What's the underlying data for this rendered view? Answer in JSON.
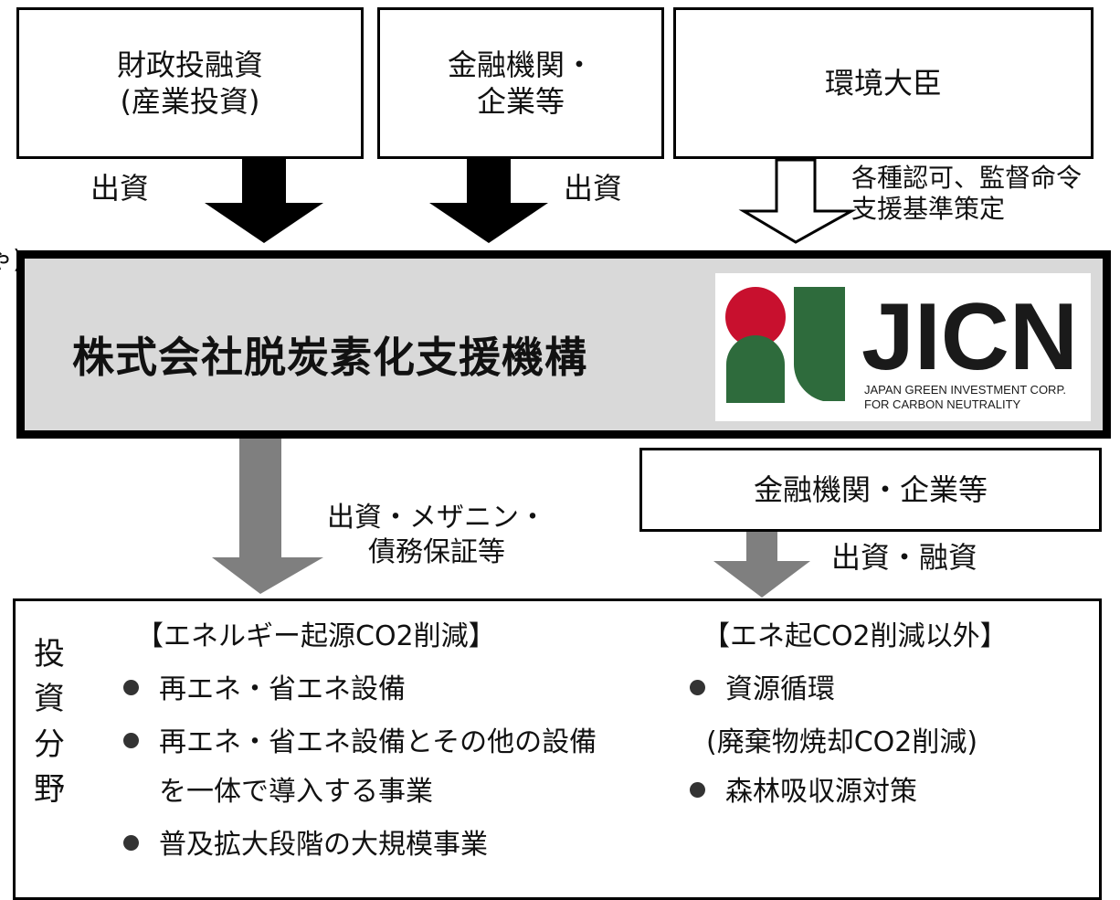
{
  "top_boxes": {
    "fiscal": "財政投融資\n(産業投資)",
    "financial": "金融機関・\n企業等",
    "minister": "環境大臣"
  },
  "arrow_labels": {
    "invest_left": "出資",
    "invest_mid": "出資",
    "regulation": "各種認可、監督命令\n支援基準策定",
    "mezzanine": "出資・メザニン・\n債務保証等",
    "invest_loan": "出資・融資"
  },
  "cut_text": "ゃ)",
  "organization": {
    "name": "株式会社脱炭素化支援機構",
    "logo_text": "JICN",
    "logo_sub1": "JAPAN GREEN INVESTMENT CORP.",
    "logo_sub2": "FOR CARBON NEUTRALITY"
  },
  "co_investors": "金融機関・企業等",
  "investment_fields": {
    "label": "投\n資\n分\n野",
    "energy_heading": "【エネルギー起源CO2削減】",
    "energy_items": [
      "再エネ・省エネ設備",
      "再エネ・省エネ設備とその他の設備",
      "普及拡大段階の大規模事業"
    ],
    "energy_item2_cont": "を一体で導入する事業",
    "non_energy_heading": "【エネ起CO2削減以外】",
    "non_energy_items": [
      "資源循環",
      "森林吸収源対策"
    ],
    "non_energy_note": "(廃棄物焼却CO2削減)"
  },
  "colors": {
    "logo_red": "#c8102e",
    "logo_green": "#2e6b3c",
    "main_fill": "#d9d9d9",
    "grey_arrow": "#7f7f7f"
  }
}
